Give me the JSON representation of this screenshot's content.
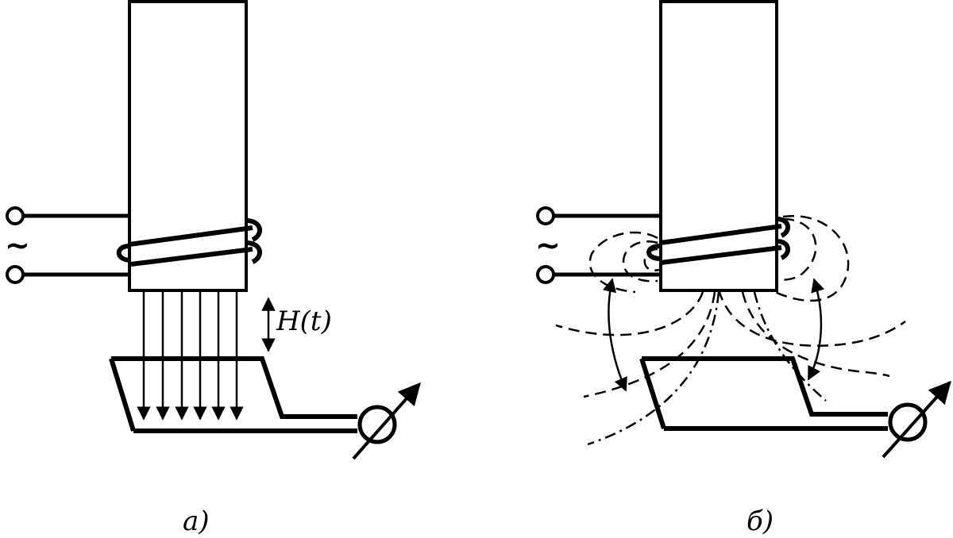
{
  "figure_a": {
    "caption": "a)",
    "field_label": "H(t)",
    "source_symbol": "~"
  },
  "figure_b": {
    "caption": "б)",
    "source_symbol": "~"
  }
}
